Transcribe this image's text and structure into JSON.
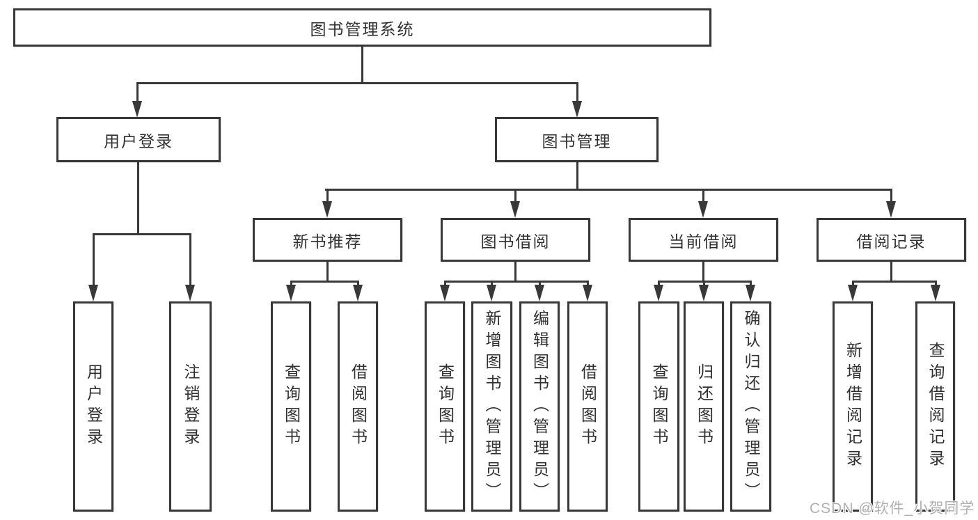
{
  "tree": {
    "label": "图书管理系统",
    "children": [
      {
        "label": "用户登录",
        "children": [
          {
            "label": "用户登录"
          },
          {
            "label": "注销登录"
          }
        ]
      },
      {
        "label": "图书管理",
        "children": [
          {
            "label": "新书推荐",
            "children": [
              {
                "label": "查询图书"
              },
              {
                "label": "借阅图书"
              }
            ]
          },
          {
            "label": "图书借阅",
            "children": [
              {
                "label": "查询图书"
              },
              {
                "label": "新增图书（管理员）"
              },
              {
                "label": "编辑图书（管理员）"
              },
              {
                "label": "借阅图书"
              }
            ]
          },
          {
            "label": "当前借阅",
            "children": [
              {
                "label": "查询图书"
              },
              {
                "label": "归还图书"
              },
              {
                "label": "确认归还（管理员）"
              }
            ]
          },
          {
            "label": "借阅记录",
            "children": [
              {
                "label": "新增借阅记录"
              },
              {
                "label": "查询借阅记录"
              }
            ]
          }
        ]
      }
    ]
  },
  "watermark": {
    "text": "CSDN @软件_小贺同学"
  },
  "colors": {
    "line": "#383838",
    "border": "#383838",
    "box_fill": "#ffffff",
    "text": "#303030",
    "watermark": "#b0b0b0",
    "page_bg": "#ffffff"
  }
}
